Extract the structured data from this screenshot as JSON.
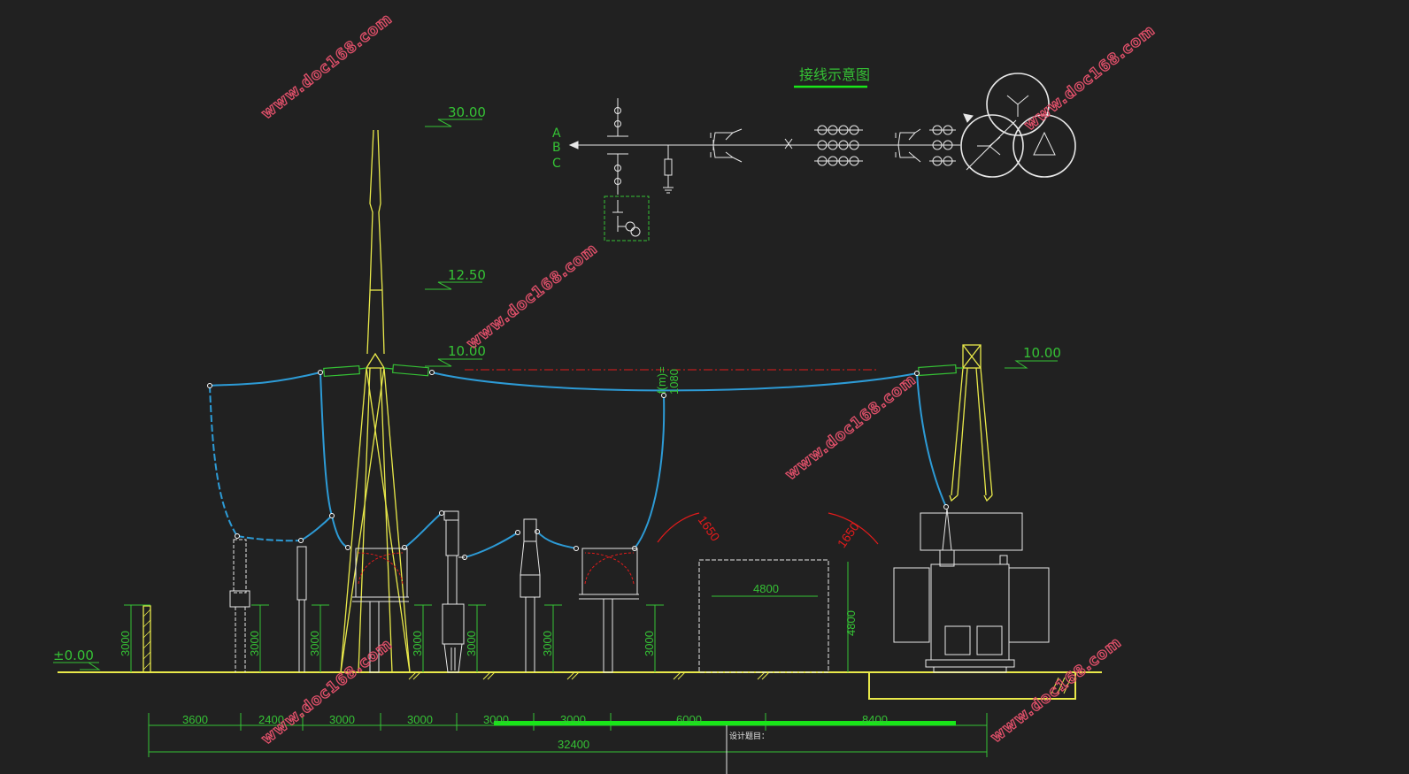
{
  "diagram": {
    "schematic_title": "接线示意图",
    "phase_labels": [
      "A",
      "B",
      "C"
    ],
    "watermark": "www.doc168.com",
    "elevations": {
      "top": "30.00",
      "mid": "12.50",
      "beam_left": "10.00",
      "beam_right": "10.00",
      "ground": "±0.00"
    },
    "sag_label": "f(m)=",
    "sag_value": "1080",
    "clearance_left": "1650",
    "clearance_right": "1650",
    "vehicle_width": "4800",
    "vehicle_height": "4800",
    "support_heights": [
      "3000",
      "3000",
      "3000",
      "3000",
      "3000",
      "3000",
      "3000"
    ],
    "bay_spacings": [
      "3600",
      "2400",
      "3000",
      "3000",
      "3000",
      "3000",
      "6000",
      "8400"
    ],
    "total_length": "32400",
    "design_label": "设计题目："
  },
  "colors": {
    "background": "#212121",
    "structure": "#e9e94a",
    "conductor": "#2d9bd6",
    "dimension": "#35c235",
    "equipment": "#e8e8e8",
    "clearance": "#e31b1b",
    "watermark": "#e0506a",
    "title_bar": "#19e619"
  }
}
